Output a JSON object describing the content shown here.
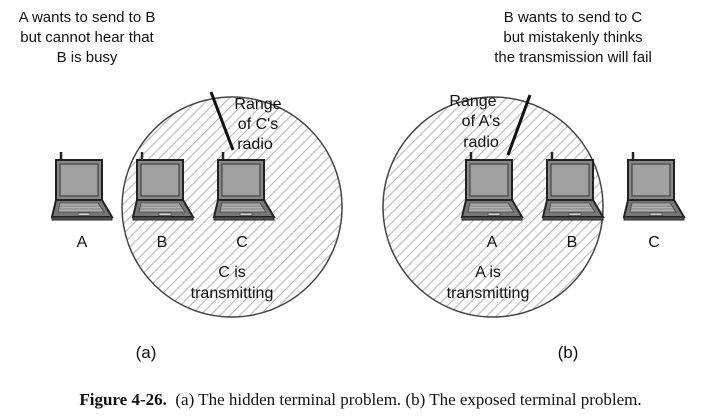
{
  "panel_a": {
    "note_lines": [
      "A wants to send to B",
      "but cannot hear that",
      "B is busy"
    ],
    "range_lines": [
      "Range",
      "of C's",
      "radio"
    ],
    "tx_lines": [
      "C is",
      "transmitting"
    ],
    "stations": [
      "A",
      "B",
      "C"
    ],
    "panel_label": "(a)"
  },
  "panel_b": {
    "note_lines": [
      "B wants to send to C",
      "but mistakenly thinks",
      "the transmission will fail"
    ],
    "range_lines": [
      "Range",
      "of A's",
      "radio"
    ],
    "tx_lines": [
      "A is",
      "transmitting"
    ],
    "stations": [
      "A",
      "B",
      "C"
    ],
    "panel_label": "(b)"
  },
  "caption": {
    "figure_label": "Figure 4-26.",
    "text": "(a) The hidden terminal problem. (b) The exposed terminal problem."
  },
  "colors": {
    "laptop_screen": "#9a9a9a",
    "hatch": "#b8b8b8",
    "outline": "#222222"
  },
  "icons": [
    "laptop-icon"
  ]
}
